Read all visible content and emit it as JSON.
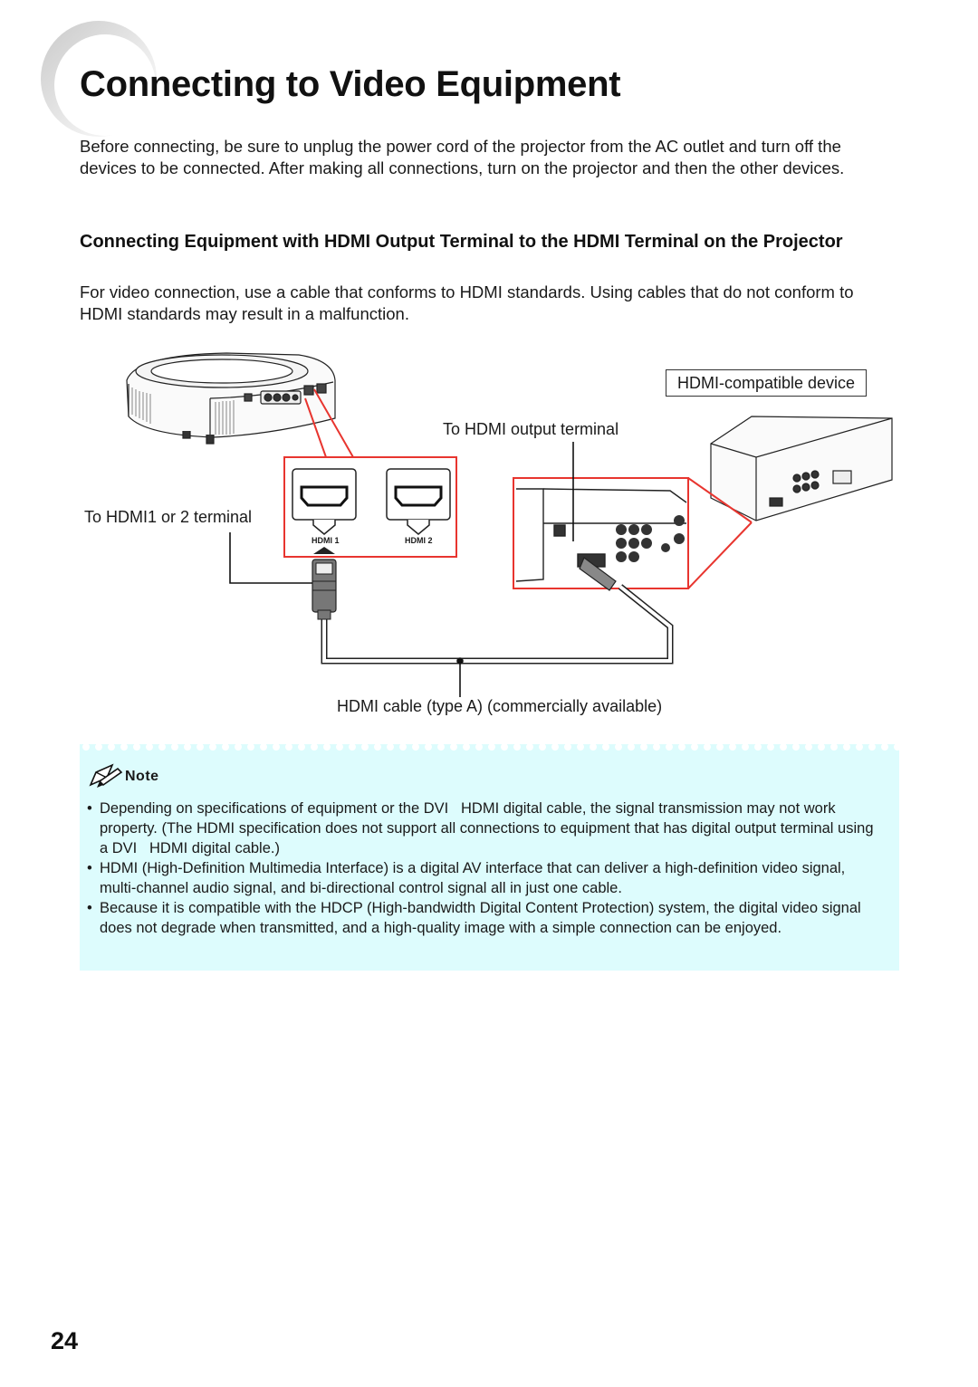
{
  "page": {
    "title": "Connecting to Video Equipment",
    "intro": "Before connecting, be sure to unplug the power cord of the projector from the AC outlet and turn off the devices to be connected. After making all connections, turn on the projector and then the other devices.",
    "subheading": "Connecting Equipment with HDMI Output Terminal to the HDMI Terminal on the Projector",
    "body": "For video connection, use a cable that conforms to HDMI standards. Using cables that do not conform to HDMI standards may result in a malfunction.",
    "page_number": "24"
  },
  "diagram": {
    "device_label": "HDMI-compatible device",
    "output_label": "To HDMI output terminal",
    "input_label": "To HDMI1 or 2 terminal",
    "port1_label": "HDMI 1",
    "port2_label": "HDMI 2",
    "cable_label": "HDMI cable (type A) (commercially available)"
  },
  "note": {
    "heading": "Note",
    "items": [
      "Depending on specifications of equipment or the DVI   HDMI digital cable, the signal transmission may not work property. (The HDMI specification does not support all connections to equipment that has digital output terminal using a DVI   HDMI digital cable.)",
      "HDMI (High-Definition Multimedia Interface) is a digital AV interface that can deliver a high-definition video signal, multi-channel audio signal, and bi-directional control signal all in just one cable.",
      "Because it is compatible with the HDCP (High-bandwidth Digital Content Protection) system, the digital video signal does not degrade when transmitted, and a high-quality image with a simple connection can be enjoyed."
    ],
    "bullet": "•"
  },
  "colors": {
    "callout_red": "#e8352f",
    "note_background": "#ddfcfd"
  }
}
